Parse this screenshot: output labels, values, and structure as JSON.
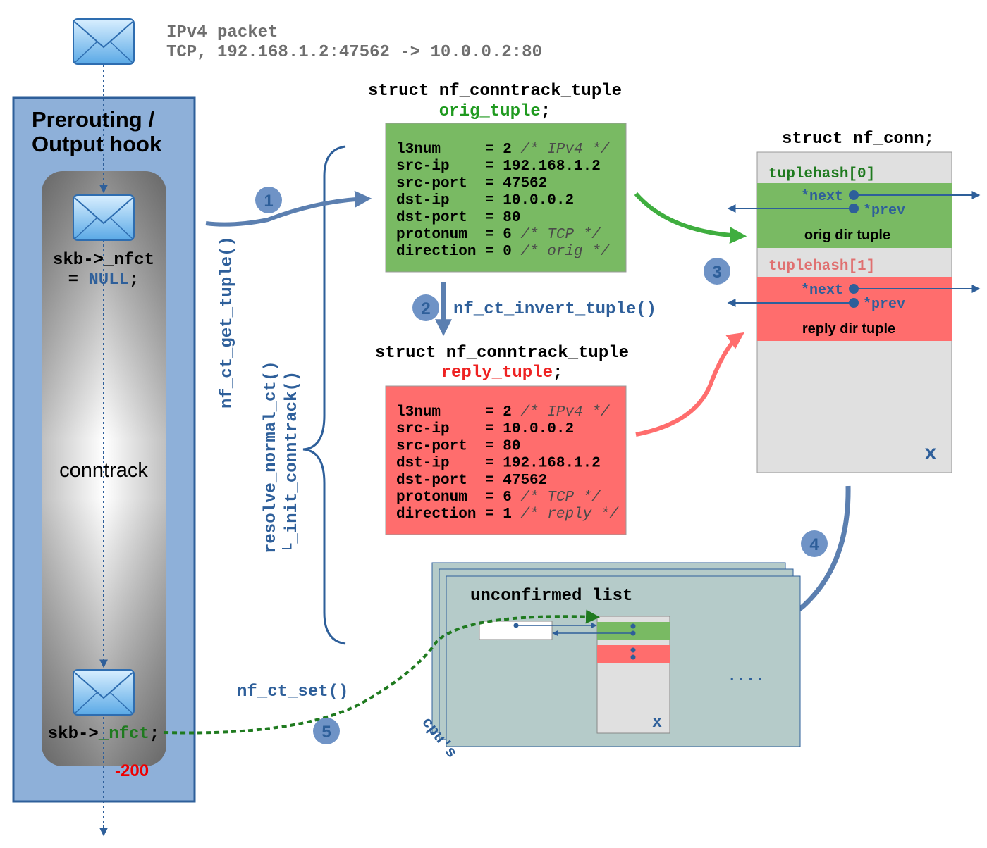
{
  "packet": {
    "line1": "IPv4 packet",
    "line2": "TCP, 192.168.1.2:47562 -> 10.0.0.2:80"
  },
  "hook": {
    "title_line1": "Prerouting /",
    "title_line2": "Output hook",
    "conntrack_label": "conntrack",
    "skb_top_line1": "skb->_nfct",
    "skb_top_eq": "= ",
    "skb_top_null": "NULL",
    "skb_top_semi": ";",
    "skb_bottom_prefix": "skb->",
    "skb_bottom_field": "_nfct",
    "skb_bottom_semi": ";",
    "priority": "-200"
  },
  "functions": {
    "get_tuple": "nf_ct_get_tuple()",
    "resolve_line1": "resolve_normal_ct()",
    "resolve_line2": "└_init_conntrack()",
    "invert_tuple": "nf_ct_invert_tuple()",
    "set": "nf_ct_set()"
  },
  "steps": [
    "1",
    "2",
    "3",
    "4",
    "5"
  ],
  "orig_tuple": {
    "header_line1": "struct nf_conntrack_tuple",
    "var_name": "orig_tuple",
    "semi": ";",
    "fields": [
      {
        "name": "l3num     ",
        "value": "2",
        "comment": "/* IPv4 */"
      },
      {
        "name": "src-ip    ",
        "value": "192.168.1.2",
        "comment": ""
      },
      {
        "name": "src-port  ",
        "value": "47562",
        "comment": ""
      },
      {
        "name": "dst-ip    ",
        "value": "10.0.0.2",
        "comment": ""
      },
      {
        "name": "dst-port  ",
        "value": "80",
        "comment": ""
      },
      {
        "name": "protonum  ",
        "value": "6",
        "comment": "/* TCP */"
      },
      {
        "name": "direction ",
        "value": "0",
        "comment": "/* orig */"
      }
    ]
  },
  "reply_tuple": {
    "header_line1": "struct nf_conntrack_tuple",
    "var_name": "reply_tuple",
    "semi": ";",
    "fields": [
      {
        "name": "l3num     ",
        "value": "2",
        "comment": "/* IPv4 */"
      },
      {
        "name": "src-ip    ",
        "value": "10.0.0.2",
        "comment": ""
      },
      {
        "name": "src-port  ",
        "value": "80",
        "comment": ""
      },
      {
        "name": "dst-ip    ",
        "value": "192.168.1.2",
        "comment": ""
      },
      {
        "name": "dst-port  ",
        "value": "47562",
        "comment": ""
      },
      {
        "name": "protonum  ",
        "value": "6",
        "comment": "/* TCP */"
      },
      {
        "name": "direction ",
        "value": "1",
        "comment": "/* reply */"
      }
    ]
  },
  "nf_conn": {
    "header": "struct nf_conn;",
    "th0_label": "tuplehash[0]",
    "th1_label": "tuplehash[1]",
    "next_label": "*next",
    "prev_label": "*prev",
    "orig_dir": "orig dir tuple",
    "reply_dir": "reply dir tuple",
    "x_mark": "x"
  },
  "unconfirmed": {
    "title": "unconfirmed list",
    "dots": "....",
    "cpus": "cpu's",
    "x_mark": "x"
  },
  "colors": {
    "hook_bg": "#8eb0d9",
    "hook_border": "#2e5f9a",
    "green": "#79ba63",
    "red": "#ff6d6d",
    "blue_text": "#2e5f9a",
    "step_circle": "#6f93c6",
    "conn_bg": "#e0e0e0",
    "unconfirmed_bg": "#b5cbc9"
  }
}
